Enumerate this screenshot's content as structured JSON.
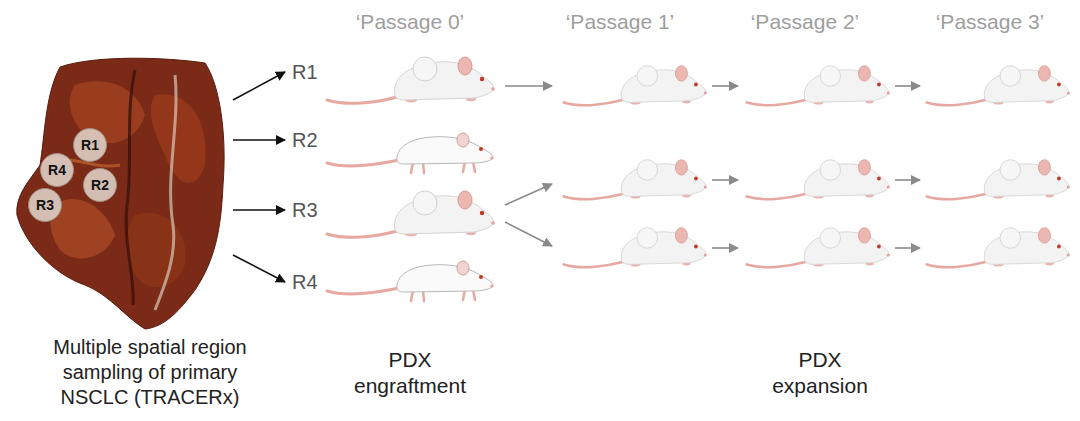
{
  "diagram": {
    "nodes": [
      {
        "text": [
          "Multiple spatial region sampling of primary NSCLC (TRACERx)"
        ]
      },
      {
        "text": [
          "R1"
        ],
        "in": 0
      },
      {
        "text": [
          "R4"
        ],
        "in": 0
      },
      {
        "text": [
          "R2"
        ],
        "in": 0
      },
      {
        "text": [
          "R3"
        ],
        "in": 0
      },
      {
        "text": [
          "R1"
        ]
      },
      {
        "text": [
          "R2"
        ]
      },
      {
        "text": [
          "R3"
        ]
      },
      {
        "text": [
          "R4"
        ]
      }
    ],
    "edges": [
      {
        "from": 0,
        "to": 5,
        "arrow": "to"
      },
      {
        "from": 0,
        "to": 6,
        "arrow": "to"
      },
      {
        "from": 0,
        "to": 7,
        "arrow": "to"
      },
      {
        "from": 0,
        "to": 8,
        "arrow": "to"
      }
    ],
    "labels": [
      "‘Passage 0’",
      "‘Passage 1’",
      "‘Passage 2’",
      "‘Passage 3’",
      "PDX engraftment",
      "PDX expansion"
    ]
  }
}
